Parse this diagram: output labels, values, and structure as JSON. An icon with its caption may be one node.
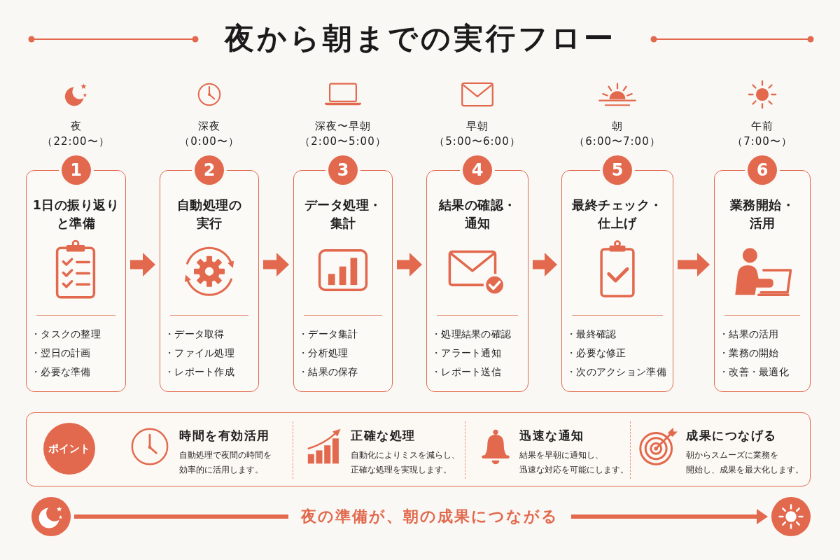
{
  "diagram": {
    "title": "夜から朝までの実行フロー",
    "nodes": [
      {
        "text": [
          "1",
          "1日の振り返りと準備",
          "・タスクの整理",
          "・翌日の計画",
          "・必要な準備"
        ],
        "beside": [
          "夜",
          "（22:00〜）"
        ]
      },
      {
        "text": [
          "2",
          "自動処理の実行",
          "・データ取得",
          "・ファイル処理",
          "・レポート作成"
        ],
        "beside": [
          "深夜",
          "（0:00〜）"
        ]
      },
      {
        "text": [
          "3",
          "データ処理・集計",
          "・データ集計",
          "・分析処理",
          "・結果の保存"
        ],
        "beside": [
          "深夜〜早朝",
          "（2:00〜5:00）"
        ]
      },
      {
        "text": [
          "4",
          "結果の確認・通知",
          "・処理結果の確認",
          "・アラート通知",
          "・レポート送信"
        ],
        "beside": [
          "早朝",
          "（5:00〜6:00）"
        ]
      },
      {
        "text": [
          "5",
          "最終チェック・仕上げ",
          "・最終確認",
          "・必要な修正",
          "・次のアクション準備"
        ],
        "beside": [
          "朝",
          "（6:00〜7:00）"
        ]
      },
      {
        "text": [
          "6",
          "業務開始・活用",
          "・結果の活用",
          "・業務の開始",
          "・改善・最適化"
        ],
        "beside": [
          "午前",
          "（7:00〜）"
        ]
      },
      {
        "text": [],
        "shape": "box"
      },
      {
        "text": [
          "ポイント"
        ],
        "in": 6
      },
      {
        "text": [
          "時間を有効活用",
          "自動処理で夜間の時間を効率的に活用します。"
        ],
        "in": 6
      },
      {
        "text": [
          "正確な処理",
          "自動化によりミスを減らし、正確な処理を実現します。"
        ],
        "in": 6
      },
      {
        "text": [
          "迅速な通知",
          "結果を早朝に通知し、迅速な対応を可能にします。"
        ],
        "in": 6
      },
      {
        "text": [
          "成果につなげる",
          "朝からスムーズに業務を開始し、成果を最大化します。"
        ],
        "in": 6
      },
      {
        "text": [],
        "shape": "circle"
      },
      {
        "text": [],
        "shape": "circle"
      }
    ],
    "edges": [
      {
        "from": 0,
        "to": 1,
        "arrow": "to"
      },
      {
        "from": 1,
        "to": 2,
        "arrow": "to"
      },
      {
        "from": 2,
        "to": 3,
        "arrow": "to"
      },
      {
        "from": 3,
        "to": 4,
        "arrow": "to"
      },
      {
        "from": 4,
        "to": 5,
        "arrow": "to"
      },
      {
        "from": 12,
        "to": 13,
        "arrow": "to",
        "label": "夜の準備が、朝の成果につながる"
      }
    ]
  }
}
